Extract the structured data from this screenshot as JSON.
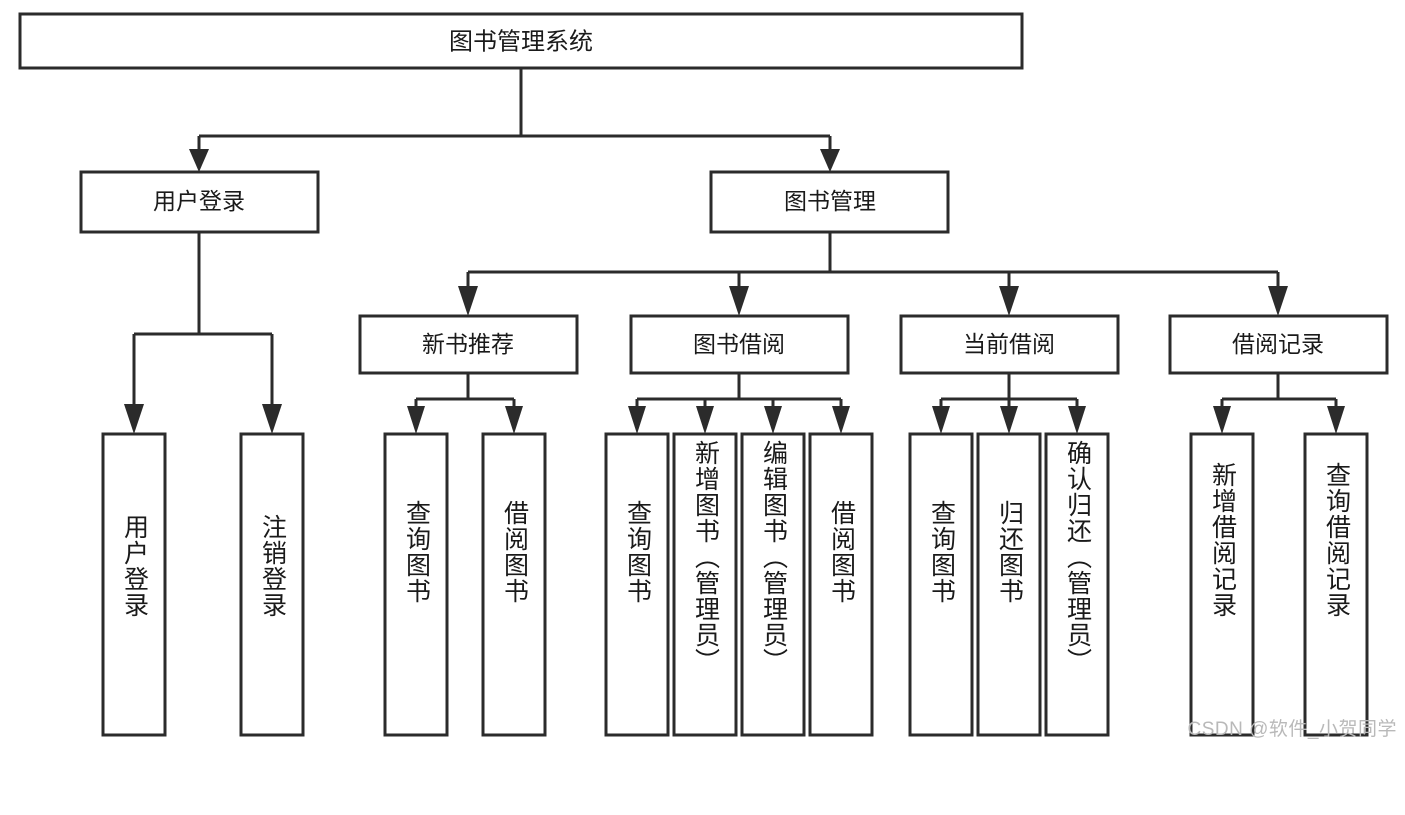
{
  "diagram": {
    "type": "tree-hierarchy",
    "title": "图书管理系统",
    "watermark": "CSDN @软件_小贺同学",
    "colors": {
      "stroke": "#2b2b2b",
      "fill": "#ffffff",
      "text": "#1a1a1a",
      "watermark": "#b9b9b9"
    },
    "root": {
      "label": "图书管理系统",
      "orientation": "horizontal"
    },
    "level2": [
      {
        "id": "user-login",
        "label": "用户登录",
        "orientation": "horizontal"
      },
      {
        "id": "book-manage",
        "label": "图书管理",
        "orientation": "horizontal"
      }
    ],
    "level3": [
      {
        "id": "new-book-recommend",
        "label": "新书推荐",
        "orientation": "horizontal",
        "parent": "book-manage"
      },
      {
        "id": "book-borrow",
        "label": "图书借阅",
        "orientation": "horizontal",
        "parent": "book-manage"
      },
      {
        "id": "current-borrow",
        "label": "当前借阅",
        "orientation": "horizontal",
        "parent": "book-manage"
      },
      {
        "id": "borrow-record",
        "label": "借阅记录",
        "orientation": "horizontal",
        "parent": "book-manage"
      }
    ],
    "leaves": [
      {
        "id": "leaf-user-login",
        "label": "用户登录",
        "parent": "user-login"
      },
      {
        "id": "leaf-logout",
        "label": "注销登录",
        "parent": "user-login"
      },
      {
        "id": "leaf-query-book-1",
        "label": "查询图书",
        "parent": "new-book-recommend"
      },
      {
        "id": "leaf-borrow-book-1",
        "label": "借阅图书",
        "parent": "new-book-recommend"
      },
      {
        "id": "leaf-query-book-2",
        "label": "查询图书",
        "parent": "book-borrow"
      },
      {
        "id": "leaf-add-book",
        "label": "新增图书（管理员）",
        "parent": "book-borrow"
      },
      {
        "id": "leaf-edit-book",
        "label": "编辑图书（管理员）",
        "parent": "book-borrow"
      },
      {
        "id": "leaf-borrow-book-2",
        "label": "借阅图书",
        "parent": "book-borrow"
      },
      {
        "id": "leaf-query-book-3",
        "label": "查询图书",
        "parent": "current-borrow"
      },
      {
        "id": "leaf-return-book",
        "label": "归还图书",
        "parent": "current-borrow"
      },
      {
        "id": "leaf-confirm-return",
        "label": "确认归还（管理员）",
        "parent": "current-borrow"
      },
      {
        "id": "leaf-add-record",
        "label": "新增借阅记录",
        "parent": "borrow-record"
      },
      {
        "id": "leaf-query-record",
        "label": "查询借阅记录",
        "parent": "borrow-record"
      }
    ]
  }
}
